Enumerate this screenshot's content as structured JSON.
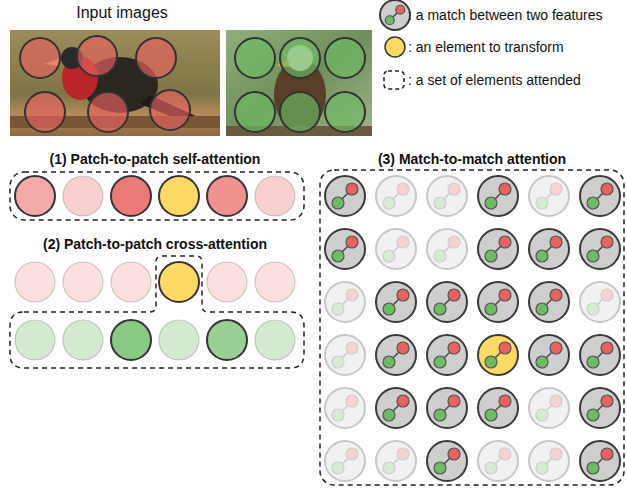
{
  "diagram": {
    "labels": [
      "Input images",
      "(1) Patch-to-patch self-attention",
      "(2) Patch-to-patch cross-attention",
      "(3) Match-to-match attention"
    ],
    "legend": [
      {
        "text": ": a match between two features"
      },
      {
        "text": ": an element to transform"
      },
      {
        "text": ": a set of elements attended"
      }
    ]
  }
}
